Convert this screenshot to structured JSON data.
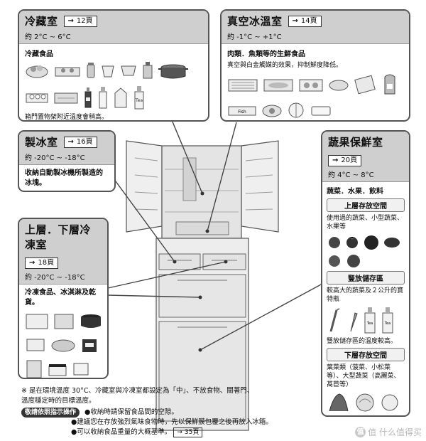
{
  "fridge_panel": {
    "title": "冷藏室",
    "page_ref": "12頁",
    "temp": "約 2°C ~ 6°C",
    "heading": "冷藏食品",
    "note": "箱門置物架附近溫度會稍高。"
  },
  "vacuum_panel": {
    "title": "真空冰溫室",
    "page_ref": "14頁",
    "temp": "約 -1°C ~ +1°C",
    "heading": "肉類．魚類等的生鮮食品",
    "desc": "真空與白金觸媒的效果，抑制鮮度降低。"
  },
  "ice_panel": {
    "title": "製冰室",
    "page_ref": "16頁",
    "temp": "約 -20°C ~ -18°C",
    "desc": "收納自動製冰機所製造的冰塊。"
  },
  "freezer_panel": {
    "title": "上層．下層冷凍室",
    "page_ref": "18頁",
    "temp": "約 -20°C ~ -18°C",
    "heading": "冷凍食品、冰淇淋及乾貨。"
  },
  "veg_panel": {
    "title": "蔬果保鮮室",
    "page_ref": "20頁",
    "temp": "約 4°C ~ 8°C",
    "heading": "蔬菜．水果．飲料",
    "upper_title": "上層存放空間",
    "upper_desc": "使用過的蔬菜、小型蔬菜、水果等",
    "vertical_title": "豎放儲存區",
    "vertical_desc": "較高大的蔬菜及２公升的寶特瓶",
    "vertical_note": "豎放儲存區的溫度較高。",
    "lower_title": "下層存放空間",
    "lower_desc": "葉菜類（菠菜、小松菜等）、大型蔬菜（高麗菜、萵苣等）"
  },
  "footer": {
    "footnote": "※ 是在環境溫度 30°C、冷藏室與冷凍室都設定為「中」、不放食物、關著門、溫度穩定時的目標溫度。",
    "badge": "敬請依照指示操作",
    "tip1": "●收納時請保留食品間的空隙。",
    "tip2": "●建議您在存放強烈氣味食物時，先以保鮮膜包覆之後再放入冰箱。",
    "tip3": "●可以收納食品重量的大概基準。",
    "tip3_ref": "35頁"
  },
  "watermark": {
    "text": "值 什么值得买",
    "logo": "值"
  },
  "colors": {
    "panel_header": "#cfcfcf",
    "border": "#555555",
    "fridge": "#e9e9e9"
  }
}
